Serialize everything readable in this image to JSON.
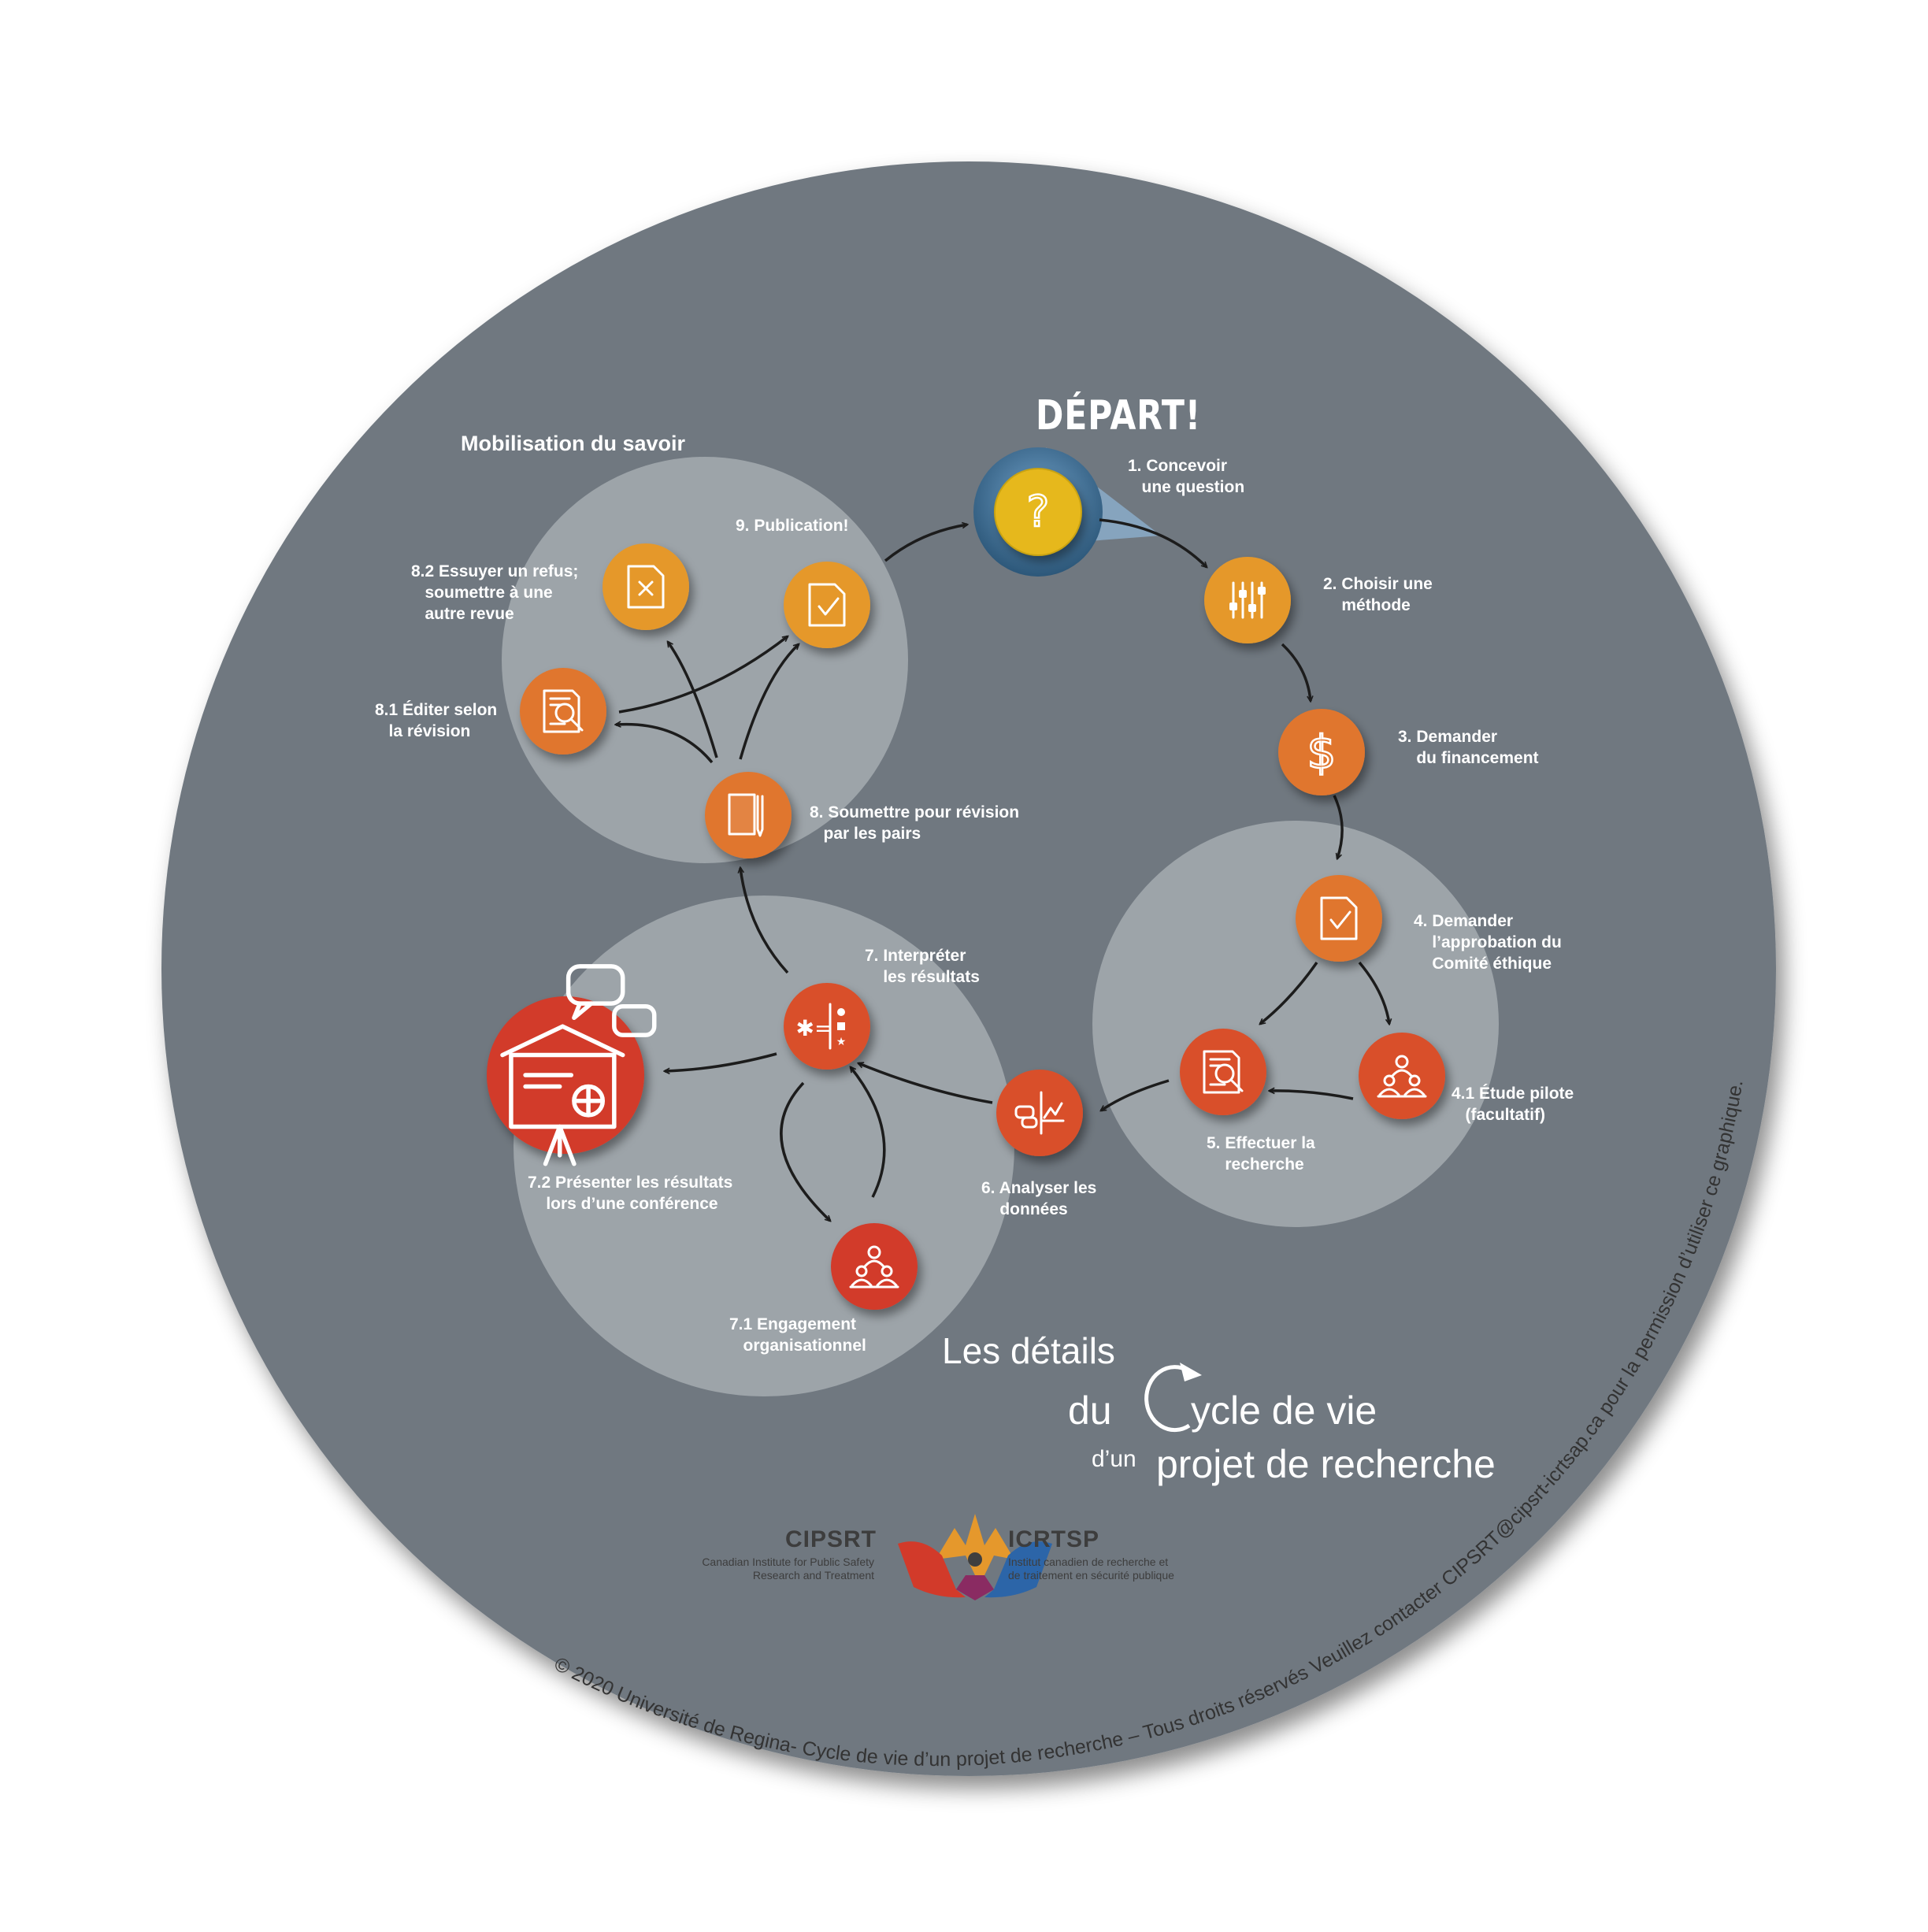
{
  "depart": "DÉPART!",
  "section_title": "Mobilisation du savoir",
  "colors": {
    "background": "#6f7880",
    "light_disc": "#9da4a9",
    "yellow": "#e6b81e",
    "amber": "#e5982c",
    "orange": "#e0762e",
    "red_orange": "#d94f2b",
    "red": "#d23a2a",
    "start_halo": "#3f6d93"
  },
  "steps": {
    "s1": {
      "label": "1. Concevoir\n   une question",
      "icon": "question-icon"
    },
    "s2": {
      "label": "2. Choisir une\n    méthode",
      "icon": "sliders-icon"
    },
    "s3": {
      "label": "3. Demander\n    du financement",
      "icon": "dollar-icon"
    },
    "s4": {
      "label": "4. Demander\n    l’approbation du\n    Comité éthique",
      "icon": "document-check-icon"
    },
    "s41": {
      "label": "4.1 Étude pilote\n   (facultatif)",
      "icon": "group-icon"
    },
    "s5": {
      "label": "5. Effectuer la\n    recherche",
      "icon": "document-search-icon"
    },
    "s6": {
      "label": "6. Analyser les\n    données",
      "icon": "analysis-chart-icon"
    },
    "s7": {
      "label": "7. Interpréter\n    les résultats",
      "icon": "interpret-symbols-icon"
    },
    "s71": {
      "label": "7.1 Engagement\n   organisationnel",
      "icon": "group-icon"
    },
    "s72": {
      "label": "7.2 Présenter les résultats\n    lors d’une conférence",
      "icon": "presentation-board-icon"
    },
    "s8": {
      "label": "8. Soumettre pour révision\n   par les pairs",
      "icon": "document-pencil-icon"
    },
    "s81": {
      "label": "8.1 Éditer selon\n   la révision",
      "icon": "document-search-icon"
    },
    "s82": {
      "label": "8.2 Essuyer un refus;\n   soumettre à une\n   autre revue",
      "icon": "document-x-icon"
    },
    "s9": {
      "label": "9. Publication!",
      "icon": "document-check-icon"
    }
  },
  "title": {
    "line1": "Les détails",
    "du": "du",
    "cycle_c": "C",
    "cycle_rest": "ycle de vie",
    "dun": "d’un",
    "line3": "projet de recherche"
  },
  "logo": {
    "left_name": "CIPSRT",
    "left_sub": "Canadian Institute for Public Safety\nResearch and Treatment",
    "right_name": "ICRTSP",
    "right_sub": "Institut canadien de recherche et\nde traitement en sécurité publique"
  },
  "copyright": "© 2020 Université de Regina- Cycle de vie d’un projet de recherche – Tous droits réservés Veuillez contacter CIPSRT@cipsrt-icrtsap.ca pour la permission d’utiliser ce graphique."
}
